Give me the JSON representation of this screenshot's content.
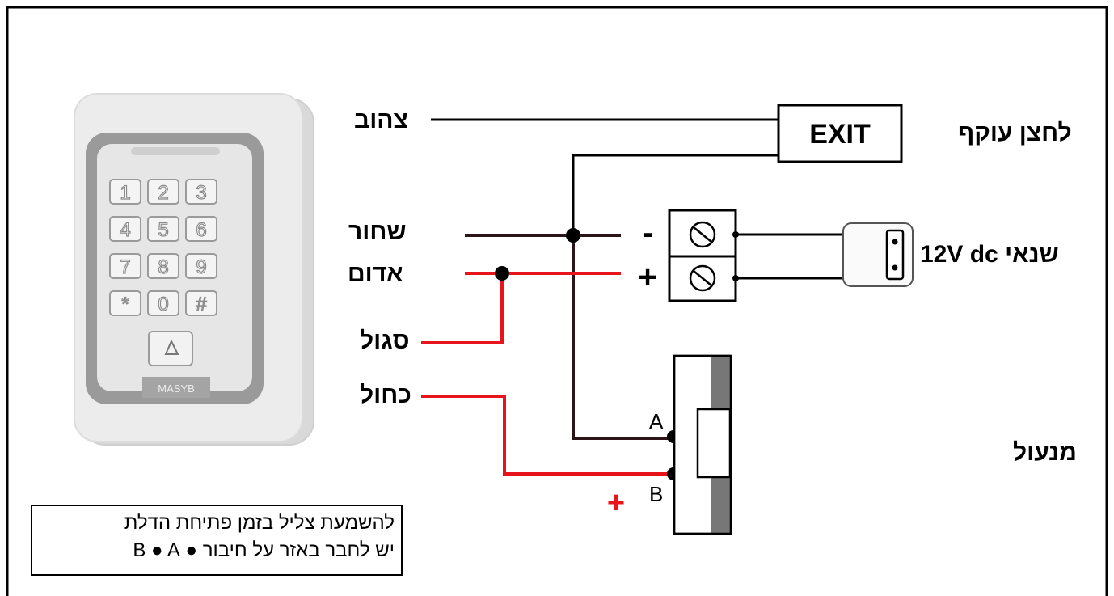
{
  "wires": {
    "yellow": "צהוב",
    "black": "שחור",
    "red": "אדום",
    "purple": "סגול",
    "blue": "כחול"
  },
  "devices": {
    "exit_button": "לחצן עוקף",
    "exit_label": "EXIT",
    "power_supply": "שנאי 12V dc",
    "lock": "מנעול"
  },
  "terminals": {
    "minus": "-",
    "plus": "+",
    "lock_a": "A",
    "lock_b": "B",
    "lock_b_polarity": "+"
  },
  "keypad": {
    "keys": [
      "1",
      "2",
      "3",
      "4",
      "5",
      "6",
      "7",
      "8",
      "9",
      "*",
      "0",
      "#"
    ],
    "brand": "MASYB"
  },
  "note": {
    "line1": "להשמעת צליל בזמן פתיחת הדלת",
    "line2": "יש לחבר באזר על חיבור ● B ● A"
  },
  "colors": {
    "red_wire": "#e8141b",
    "black_wire": "#2b1518",
    "keypad_body": "#e4e4e4",
    "keypad_rim": "#8f8f8f"
  }
}
